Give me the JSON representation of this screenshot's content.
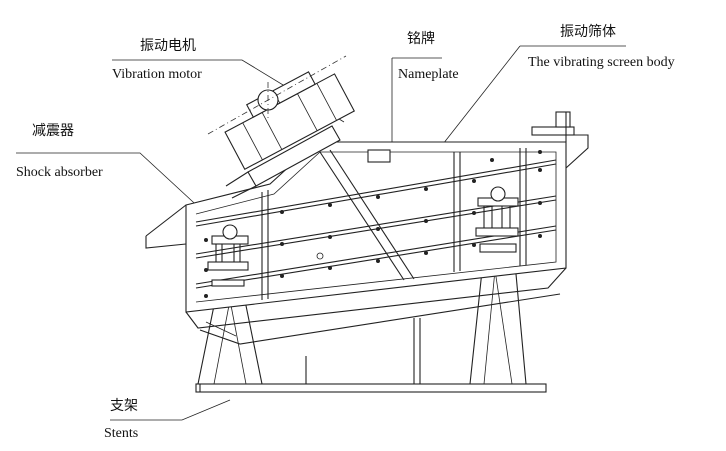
{
  "labels": {
    "motor_cn": "振动电机",
    "motor_en": "Vibration motor",
    "nameplate_cn": "铭牌",
    "nameplate_en": "Nameplate",
    "body_cn": "振动筛体",
    "body_en": "The vibrating screen body",
    "absorber_cn": "减震器",
    "absorber_en": "Shock absorber",
    "stents_cn": "支架",
    "stents_en": "Stents"
  },
  "colors": {
    "line": "#222222",
    "background": "#ffffff"
  }
}
